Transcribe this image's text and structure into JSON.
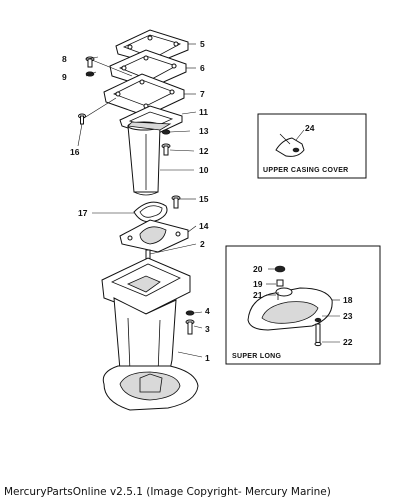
{
  "callouts": {
    "n1": "1",
    "n2": "2",
    "n3": "3",
    "n4": "4",
    "n5": "5",
    "n6": "6",
    "n7": "7",
    "n8": "8",
    "n9": "9",
    "n10": "10",
    "n11": "11",
    "n12": "12",
    "n13": "13",
    "n14": "14",
    "n15": "15",
    "n16": "16",
    "n17": "17",
    "n18": "18",
    "n19": "19",
    "n20": "20",
    "n21": "21",
    "n22": "22",
    "n23": "23",
    "n24": "24"
  },
  "boxes": {
    "upper_casing_cover": "UPPER CASING COVER",
    "super_long": "SUPER LONG"
  },
  "footer": "MercuryPartsOnline v2.5.1 (Image Copyright- Mercury Marine)"
}
